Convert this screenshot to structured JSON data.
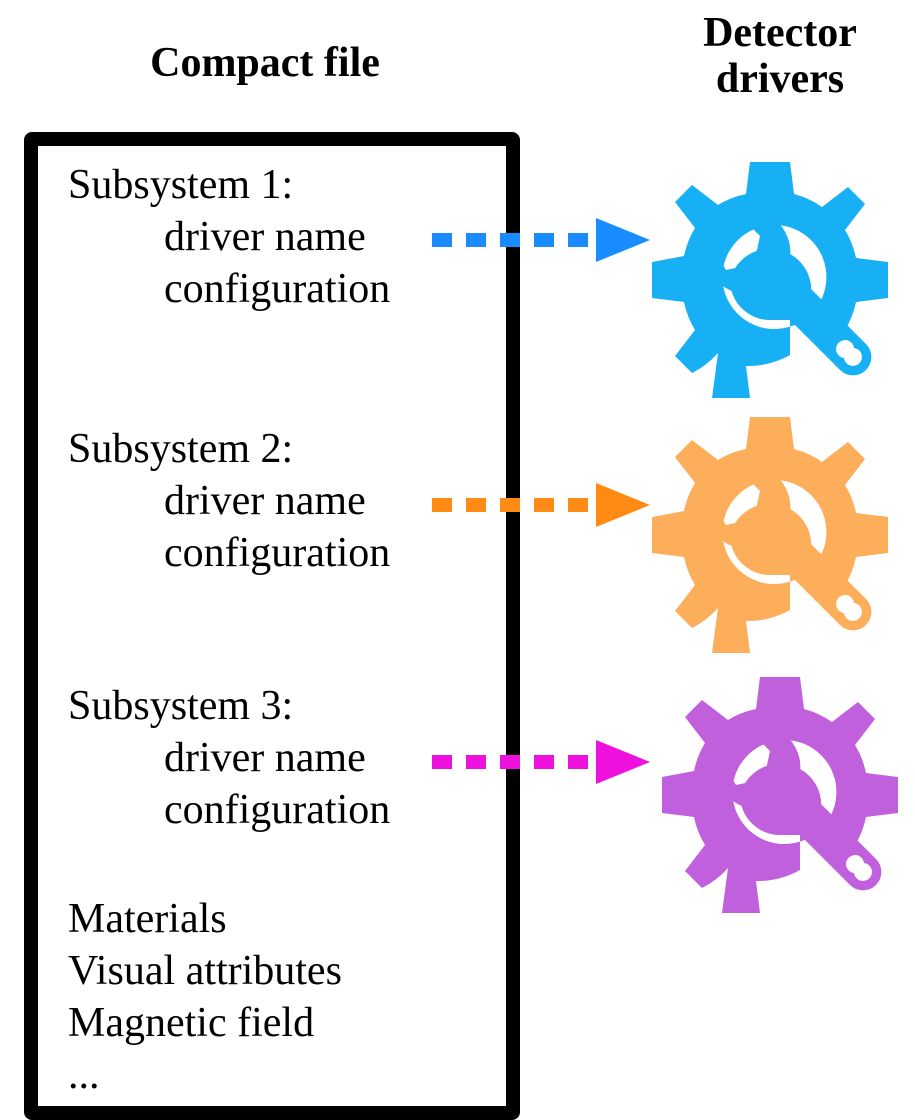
{
  "headings": {
    "compact_file": "Compact file",
    "detector_drivers_line1": "Detector",
    "detector_drivers_line2": "drivers"
  },
  "subsystems": [
    {
      "label": "Subsystem 1:",
      "driver_name": "driver name",
      "configuration": "configuration",
      "color": "#1a8cff",
      "icon_color": "#18b0f4",
      "icon": "gear-wrench-icon"
    },
    {
      "label": "Subsystem 2:",
      "driver_name": "driver name",
      "configuration": "configuration",
      "color": "#ff8a14",
      "icon_color": "#fcae5a",
      "icon": "gear-wrench-icon"
    },
    {
      "label": "Subsystem 3:",
      "driver_name": "driver name",
      "configuration": "configuration",
      "color": "#ee11dd",
      "icon_color": "#c060dd",
      "icon": "gear-wrench-icon"
    }
  ],
  "extras": [
    "Materials",
    "Visual attributes",
    "Magnetic field",
    "..."
  ]
}
